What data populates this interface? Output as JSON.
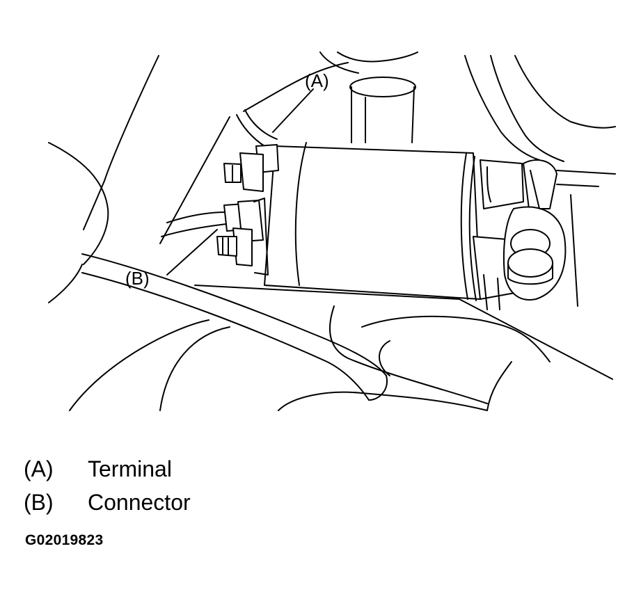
{
  "callouts": {
    "a": "(A)",
    "b": "(B)"
  },
  "legend": [
    {
      "key": "(A)",
      "label": "Terminal"
    },
    {
      "key": "(B)",
      "label": "Connector"
    }
  ],
  "figure_id": "G02019823"
}
